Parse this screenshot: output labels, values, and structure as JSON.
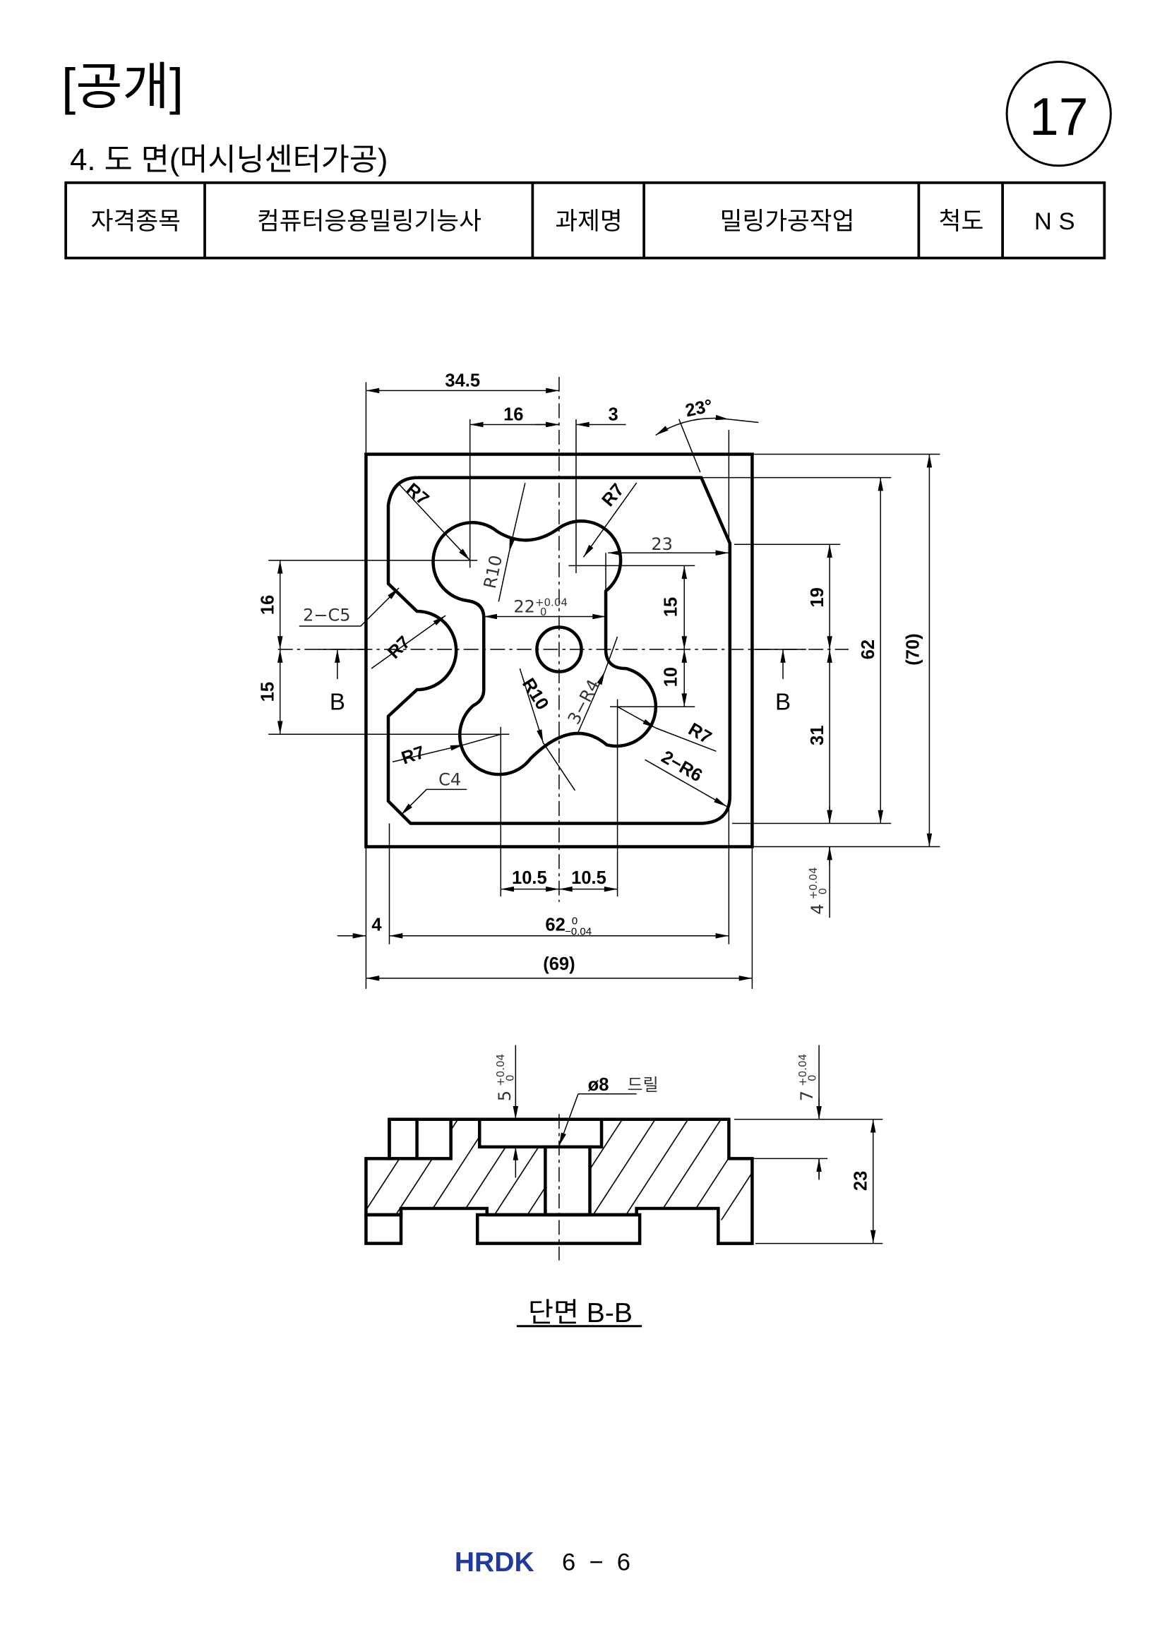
{
  "header": {
    "disclosure": "[공개]",
    "section_title": "4. 도 면(머시닝센터가공)",
    "problem_number": "17"
  },
  "title_table": {
    "qualification_label": "자격종목",
    "qualification_value": "컴퓨터응용밀링기능사",
    "task_label": "과제명",
    "task_value": "밀링가공작업",
    "scale_label": "척도",
    "scale_value": "N S"
  },
  "plan_view": {
    "dim_34_5": "34.5",
    "dim_16_top": "16",
    "dim_3": "3",
    "angle_23": "23°",
    "dim_23": "23",
    "dim_22": "22",
    "dim_22_tol_upper": "+0.04",
    "dim_22_tol_lower": "0",
    "dim_15_inner": "15",
    "dim_10_inner": "10",
    "dim_19": "19",
    "dim_31": "31",
    "dim_62_v": "62",
    "dim_70": "(70)",
    "dim_16_left": "16",
    "dim_15_left": "15",
    "chamfer_2c5": "2−C5",
    "section_mark_left": "B",
    "section_mark_right": "B",
    "r7_top_left": "R7",
    "r7_top_right": "R7",
    "r10_upper": "R10",
    "r7_left": "R7",
    "r10_lower": "R10",
    "r4": "3−R4",
    "r7_right": "R7",
    "r6": "2−R6",
    "r7_bottom_left": "R7",
    "chamfer_c4": "C4",
    "dim_10_5_left": "10.5",
    "dim_10_5_right": "10.5",
    "dim_4_h": "4",
    "dim_62_h": "62",
    "dim_62_tol_upper": "0",
    "dim_62_tol_lower": "−0.04",
    "dim_69": "(69)",
    "dim_4_v": "4",
    "dim_4_tol_upper": "+0.04",
    "dim_4_tol_lower": "0"
  },
  "section_view": {
    "dim_5": "5",
    "dim_5_tol_upper": "+0.04",
    "dim_5_tol_lower": "0",
    "drill_note": "ø8",
    "drill_label": "드릴",
    "dim_7": "7",
    "dim_7_tol_upper": "+0.04",
    "dim_7_tol_lower": "0",
    "dim_23": "23",
    "title": "단면 B-B"
  },
  "footer": {
    "logo": "HRDK",
    "page": "6  −  6",
    "logo_color": "#1f3c9c"
  }
}
